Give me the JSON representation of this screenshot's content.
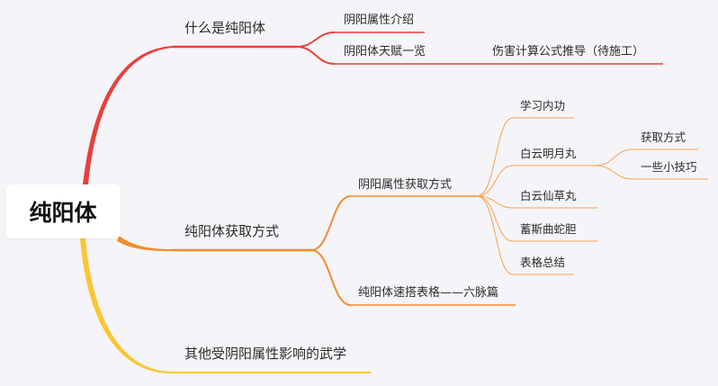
{
  "mindmap": {
    "root": {
      "label": "纯阳体"
    },
    "branches": [
      {
        "label": "什么是纯阳体",
        "color": "#e8403a",
        "children": [
          {
            "label": "阴阳属性介绍"
          },
          {
            "label": "阴阳体天赋一览",
            "children": [
              {
                "label": "伤害计算公式推导（待施工）"
              }
            ]
          }
        ]
      },
      {
        "label": "纯阳体获取方式",
        "color": "#f28c2c",
        "children": [
          {
            "label": "阴阳属性获取方式",
            "children": [
              {
                "label": "学习内功"
              },
              {
                "label": "白云明月丸",
                "children": [
                  {
                    "label": "获取方式"
                  },
                  {
                    "label": "一些小技巧"
                  }
                ]
              },
              {
                "label": "白云仙草丸"
              },
              {
                "label": "蓄斯曲蛇胆"
              },
              {
                "label": "表格总结"
              }
            ]
          },
          {
            "label": "纯阳体速搭表格——六脉篇"
          }
        ]
      },
      {
        "label": "其他受阴阳属性影响的武学",
        "color": "#f9c734",
        "children": []
      }
    ]
  }
}
